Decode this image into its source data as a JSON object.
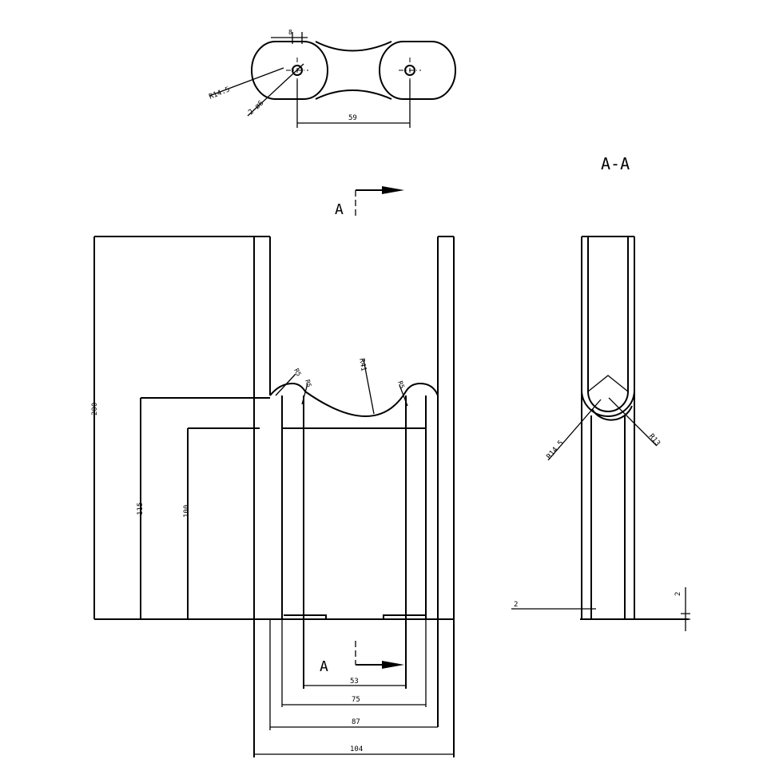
{
  "top_view": {
    "dim_hole_spacing": "59",
    "dim_hole_dia": "2-ø6",
    "dim_end_radius": "R14.5",
    "dim_small_width": "8"
  },
  "section_marker": {
    "letter_top": "A",
    "letter_bottom": "A",
    "section_title": "A-A"
  },
  "front_view": {
    "dim_height_total": "200",
    "dim_height_cradle": "115",
    "dim_height_inner": "100",
    "dim_arc_radius": "R41",
    "dim_fillet_left": "R5",
    "dim_fillet_left_inner": "R5",
    "dim_fillet_right": "R5",
    "dim_width_53": "53",
    "dim_width_75": "75",
    "dim_width_87": "87",
    "dim_width_104": "104"
  },
  "section_view": {
    "dim_outer_radius": "R14.5",
    "dim_inner_radius": "R13",
    "dim_thickness_left": "2",
    "dim_thickness_right": "2"
  }
}
